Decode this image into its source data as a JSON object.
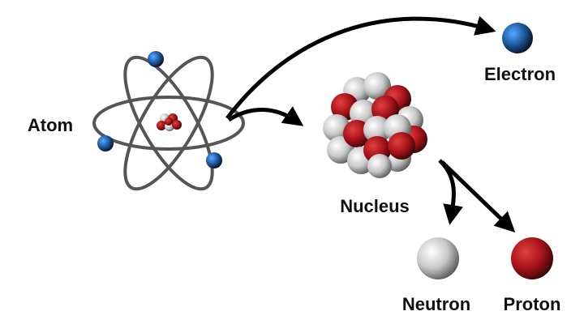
{
  "labels": {
    "atom": "Atom",
    "electron": "Electron",
    "nucleus": "Nucleus",
    "neutron": "Neutron",
    "proton": "Proton"
  },
  "colors": {
    "electron": "#1f5fa8",
    "proton": "#b01c22",
    "neutron": "#cfcfcf",
    "orbit": "#555555",
    "arrow": "#000000"
  }
}
